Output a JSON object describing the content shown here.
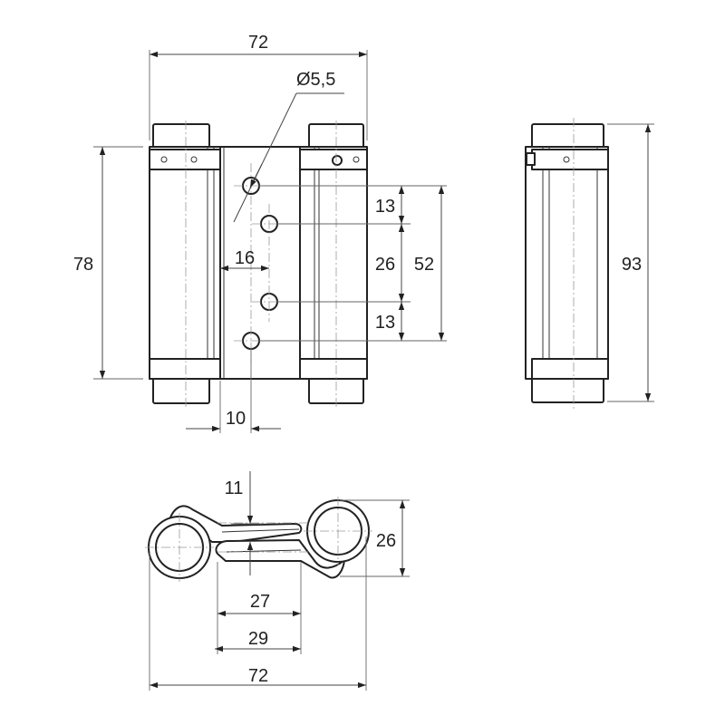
{
  "drawing": {
    "front_view": {
      "overall_width": "72",
      "hole_diameter": "Ø5,5",
      "overall_height": "78",
      "hole_offset_horizontal": "16",
      "hole_pitch_top": "13",
      "hole_pitch_middle": "26",
      "hole_pitch_total": "52",
      "hole_pitch_bottom": "13",
      "hole_offset_bottom": "10"
    },
    "side_view": {
      "total_height": "93"
    },
    "top_view": {
      "leaf_gap": "11",
      "barrel_depth": "26",
      "inner_width": "27",
      "leaf_span": "29",
      "overall_width": "72"
    }
  }
}
